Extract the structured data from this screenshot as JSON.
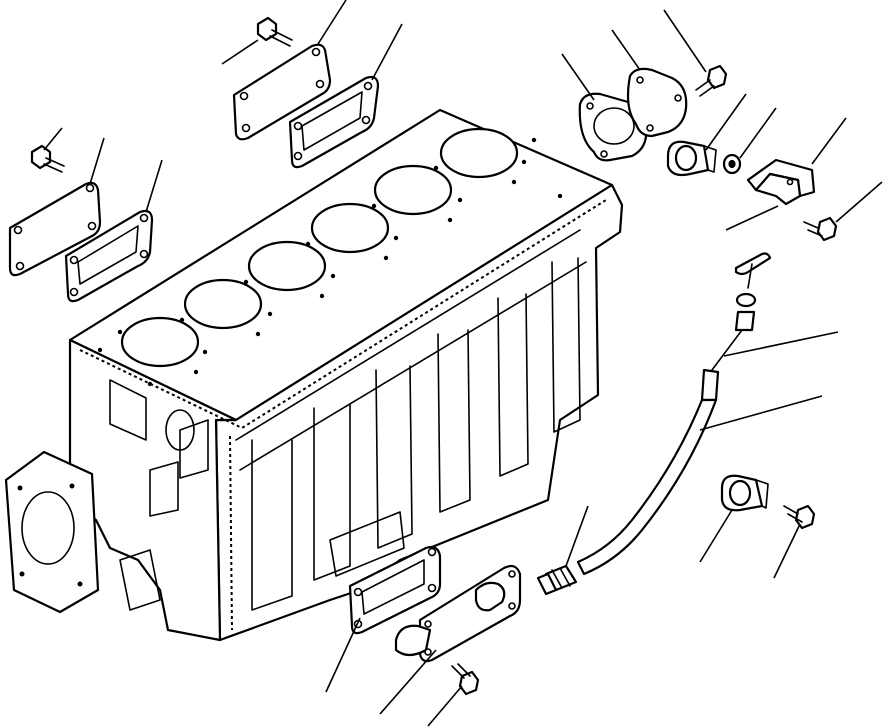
{
  "figure": {
    "type": "exploded-parts-diagram",
    "line_color": "#000000",
    "background": "#ffffff",
    "callout_labels": []
  },
  "parts": [
    {
      "name": "cylinder-block"
    },
    {
      "name": "side-cover-upper"
    },
    {
      "name": "side-cover-gasket-upper"
    },
    {
      "name": "side-cover-left"
    },
    {
      "name": "side-cover-gasket-left"
    },
    {
      "name": "round-cover-plate"
    },
    {
      "name": "round-cover-gasket"
    },
    {
      "name": "pipe-clamp-upper"
    },
    {
      "name": "washer"
    },
    {
      "name": "bracket"
    },
    {
      "name": "dipstick"
    },
    {
      "name": "dipstick-guide-tube"
    },
    {
      "name": "pipe-clamp-lower"
    },
    {
      "name": "connector-fitting"
    },
    {
      "name": "lower-cover-plate"
    },
    {
      "name": "lower-cover-gasket"
    },
    {
      "name": "bolt",
      "count": 6
    }
  ]
}
